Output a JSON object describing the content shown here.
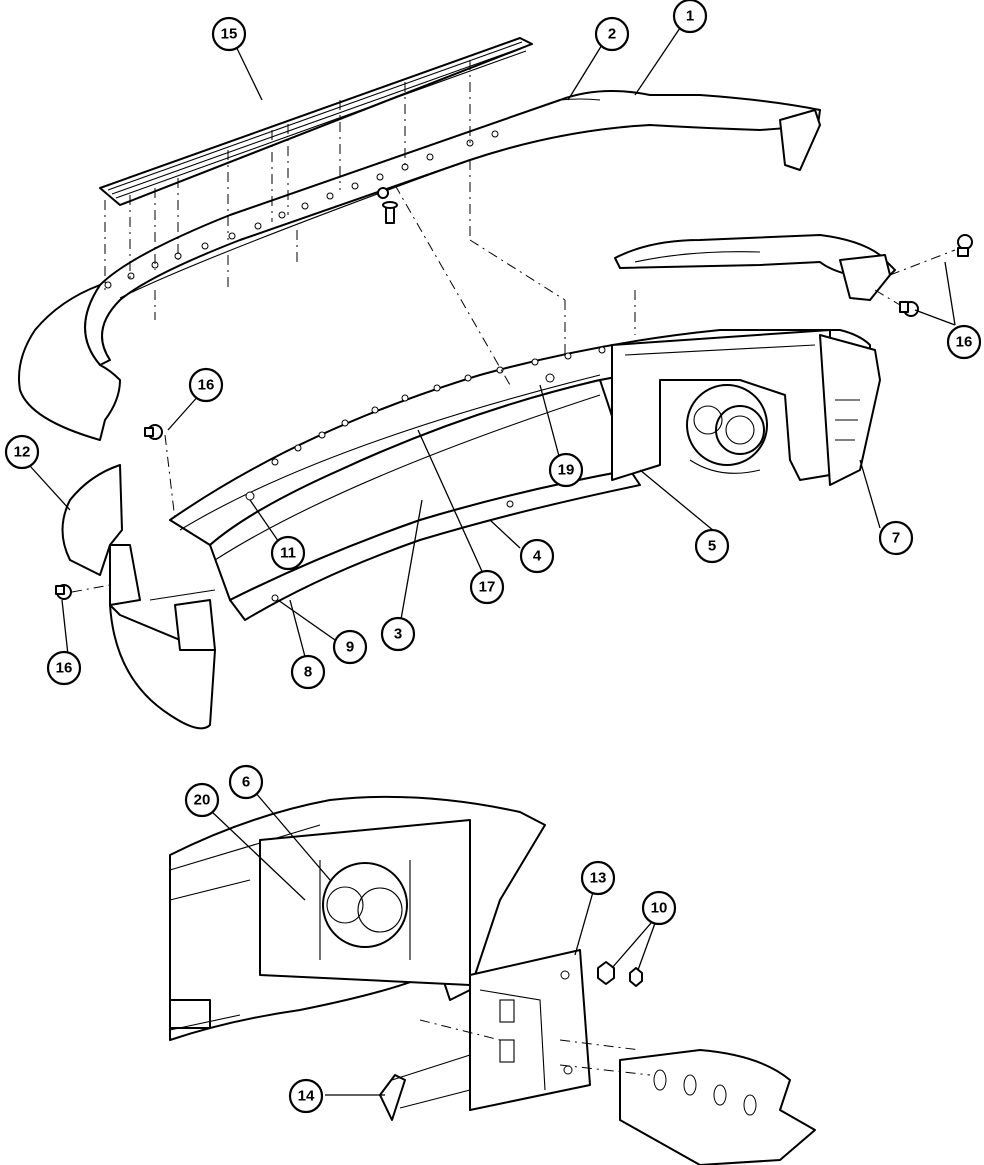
{
  "callouts": [
    {
      "id": "c1",
      "label": "1"
    },
    {
      "id": "c2",
      "label": "2"
    },
    {
      "id": "c15",
      "label": "15"
    },
    {
      "id": "c16a",
      "label": "16"
    },
    {
      "id": "c16b",
      "label": "16"
    },
    {
      "id": "c16c",
      "label": "16"
    },
    {
      "id": "c12",
      "label": "12"
    },
    {
      "id": "c19",
      "label": "19"
    },
    {
      "id": "c5",
      "label": "5"
    },
    {
      "id": "c7",
      "label": "7"
    },
    {
      "id": "c4",
      "label": "4"
    },
    {
      "id": "c11",
      "label": "11"
    },
    {
      "id": "c17",
      "label": "17"
    },
    {
      "id": "c3",
      "label": "3"
    },
    {
      "id": "c9",
      "label": "9"
    },
    {
      "id": "c8",
      "label": "8"
    },
    {
      "id": "c6",
      "label": "6"
    },
    {
      "id": "c20",
      "label": "20"
    },
    {
      "id": "c13",
      "label": "13"
    },
    {
      "id": "c10",
      "label": "10"
    },
    {
      "id": "c14",
      "label": "14"
    }
  ]
}
